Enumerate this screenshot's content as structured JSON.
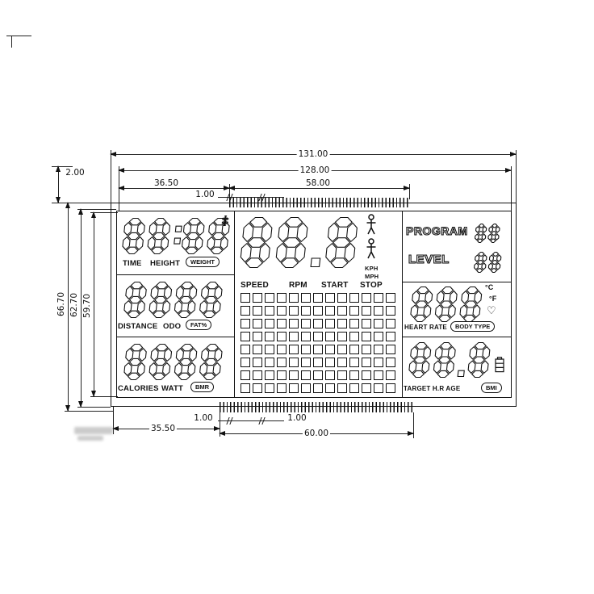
{
  "drawing": {
    "dims_top": {
      "overall": "131.00",
      "viewing": "128.00",
      "left_span": "36.50",
      "pin_span": "58.00",
      "pin_pitch": "1.00"
    },
    "dims_left": {
      "edge_gap": "2.00",
      "outer_h": "66.70",
      "mid_h": "62.70",
      "inner_h": "59.70"
    },
    "dims_bottom": {
      "pitch_a": "1.00",
      "pitch_b": "1.00",
      "left_span": "35.50",
      "pin_span": "60.00"
    }
  },
  "lcd": {
    "time_row": {
      "digits": "88:88",
      "aux_digit": "8",
      "label_a": "TIME",
      "label_b": "HEIGHT",
      "badge": "WEIGHT"
    },
    "distance_row": {
      "digits": "8888",
      "label_a": "DISTANCE",
      "label_b": "ODO",
      "badge": "FAT%"
    },
    "calories_row": {
      "digits": "8888",
      "label_a": "CALORIES",
      "label_b": "WATT",
      "badge": "BMR"
    },
    "speed_area": {
      "digits": "88.8",
      "unit_top": "KPH",
      "unit_bottom": "MPH",
      "label_speed": "SPEED",
      "label_rpm": "RPM",
      "label_start": "START",
      "label_stop": "STOP"
    },
    "matrix": {
      "rows": 8,
      "cols": 13
    },
    "program_row": {
      "label": "PROGRAM",
      "digits": "88"
    },
    "level_row": {
      "label": "LEVEL",
      "digits": "88"
    },
    "heart_row": {
      "digits": "888",
      "unit_c": "°C",
      "unit_f": "°F",
      "heart": "♡",
      "label": "HEART RATE",
      "badge": "BODY TYPE"
    },
    "target_row": {
      "digits": "88.8",
      "label": "TARGET H.R AGE",
      "badge": "BMI"
    }
  }
}
